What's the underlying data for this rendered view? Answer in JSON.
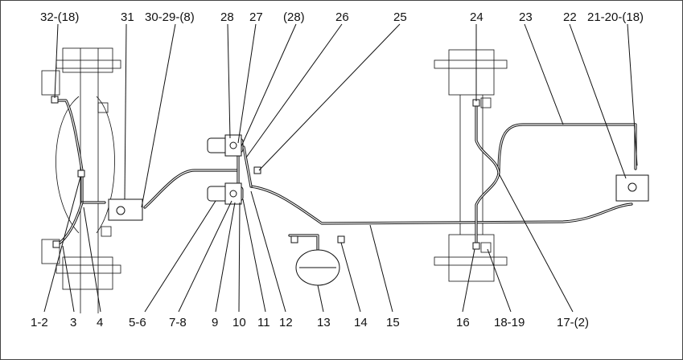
{
  "labels": {
    "top": [
      "32-(18)",
      "31",
      "30-29-(8)",
      "28",
      "27",
      "(28)",
      "26",
      "25",
      "24",
      "23",
      "22",
      "21-20-(18)"
    ],
    "bottom": [
      "1-2",
      "3",
      "4",
      "5-6",
      "7-8",
      "9",
      "10",
      "11",
      "12",
      "13",
      "14",
      "15",
      "16",
      "18-19",
      "17-(2)"
    ]
  }
}
